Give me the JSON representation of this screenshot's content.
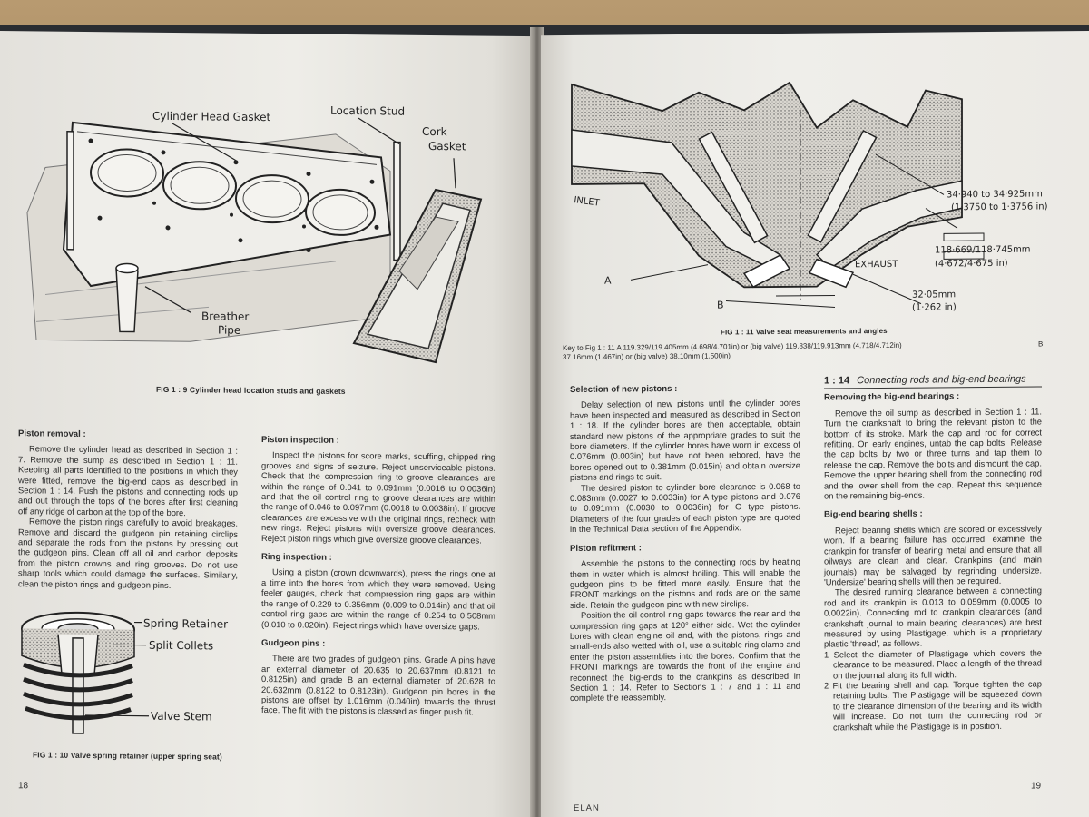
{
  "left_page": {
    "fig1_9": {
      "labels": {
        "head_gasket": "Cylinder Head Gasket",
        "location_stud": "Location Stud",
        "cork_gasket_1": "Cork",
        "cork_gasket_2": "Gasket",
        "breather_1": "Breather",
        "breather_2": "Pipe"
      },
      "caption": "FIG 1 : 9   Cylinder head location studs and gaskets"
    },
    "col1": {
      "heading": "Piston removal :",
      "paragraphs": [
        "Remove the cylinder head as described in Section 1 : 7. Remove the sump as described in Section 1 : 11. Keeping all parts identified to the positions in which they were fitted, remove the big-end caps as described in Section 1 : 14. Push the pistons and connecting rods up and out through the tops of the bores after first cleaning off any ridge of carbon at the top of the bore.",
        "Remove the piston rings carefully to avoid breakages. Remove and discard the gudgeon pin retaining circlips and separate the rods from the pistons by pressing out the gudgeon pins. Clean off all oil and carbon deposits from the piston crowns and ring grooves. Do not use sharp tools which could damage the surfaces. Similarly, clean the piston rings and gudgeon pins."
      ]
    },
    "fig1_10": {
      "labels": {
        "spring_retainer": "Spring Retainer",
        "split_collets": "Split Collets",
        "valve_stem": "Valve Stem"
      },
      "caption": "FIG 1 : 10   Valve spring retainer (upper spring seat)"
    },
    "col2": {
      "inspection_heading": "Piston inspection :",
      "inspection_text": "Inspect the pistons for score marks, scuffing, chipped ring grooves and signs of seizure. Reject unserviceable pistons. Check that the compression ring to groove clearances are within the range of 0.041 to 0.091mm (0.0016 to 0.0036in) and that the oil control ring to groove clearances are within the range of 0.046 to 0.097mm (0.0018 to 0.0038in). If groove clearances are excessive with the original rings, recheck with new rings. Reject pistons with oversize groove clearances. Reject piston rings which give oversize groove clearances.",
      "ring_heading": "Ring inspection :",
      "ring_text": "Using a piston (crown downwards), press the rings one at a time into the bores from which they were removed. Using feeler gauges, check that compression ring gaps are within the range of 0.229 to 0.356mm (0.009 to 0.014in) and that oil control ring gaps are within the range of 0.254 to 0.508mm (0.010 to 0.020in). Reject rings which have oversize gaps.",
      "gudgeon_heading": "Gudgeon pins :",
      "gudgeon_text": "There are two grades of gudgeon pins. Grade A pins have an external diameter of 20.635 to 20.637mm (0.8121 to 0.8125in) and grade B an external diameter of 20.628 to 20.632mm (0.8122 to 0.8123in). Gudgeon pin bores in the pistons are offset by 1.016mm (0.040in) towards the thrust face. The fit with the pistons is classed as finger push fit."
    },
    "page_number": "18"
  },
  "right_page": {
    "fig1_11": {
      "labels": {
        "inlet": "INLET",
        "exhaust": "EXHAUST",
        "a": "A",
        "b": "B",
        "m1_mm": "34·940 to 34·925mm",
        "m1_in": "(1·3750 to 1·3756 in)",
        "m2_mm": "118·669/118·745mm",
        "m2_in": "(4·672/4·675 in)",
        "m3_mm": "32·05mm",
        "m3_in": "(1·262 in)"
      },
      "caption": "FIG 1 : 11   Valve seat measurements and angles",
      "key_text": "Key to Fig 1 : 11          A  119.329/119.405mm (4.698/4.701in) or (big valve) 119.838/119.913mm (4.718/4.712in)",
      "key_b": "B",
      "key_line2": "37.16mm (1.467in) or (big valve) 38.10mm (1.500in)"
    },
    "col3": {
      "selection_heading": "Selection of new pistons :",
      "selection_p1": "Delay selection of new pistons until the cylinder bores have been inspected and measured as described in Section 1 : 18. If the cylinder bores are then acceptable, obtain standard new pistons of the appropriate grades to suit the bore diameters. If the cylinder bores have worn in excess of 0.076mm (0.003in) but have not been rebored, have the bores opened out to 0.381mm (0.015in) and obtain oversize pistons and rings to suit.",
      "selection_p2": "The desired piston to cylinder bore clearance is 0.068 to 0.083mm (0.0027 to 0.0033in) for A type pistons and 0.076 to 0.091mm (0.0030 to 0.0036in) for C type pistons. Diameters of the four grades of each piston type are quoted in the Technical Data section of the Appendix.",
      "refitment_heading": "Piston refitment :",
      "refitment_p1": "Assemble the pistons to the connecting rods by heating them in water which is almost boiling. This will enable the gudgeon pins to be fitted more easily. Ensure that the FRONT markings on the pistons and rods are on the same side. Retain the gudgeon pins with new circlips.",
      "refitment_p2": "Position the oil control ring gaps towards the rear and the compression ring gaps at 120° either side. Wet the cylinder bores with clean engine oil and, with the pistons, rings and small-ends also wetted with oil, use a suitable ring clamp and enter the piston assemblies into the bores. Confirm that the FRONT markings are towards the front of the engine and reconnect the big-ends to the crankpins as described in Section 1 : 14. Refer to Sections 1 : 7 and 1 : 11 and complete the reassembly."
    },
    "col4": {
      "section_number": "1 : 14",
      "section_title": "Connecting rods and big-end bearings",
      "removing_heading": "Removing the big-end bearings :",
      "removing_text": "Remove the oil sump as described in Section 1 : 11. Turn the crankshaft to bring the relevant piston to the bottom of its stroke. Mark the cap and rod for correct refitting. On early engines, untab the cap bolts. Release the cap bolts by two or three turns and tap them to release the cap. Remove the bolts and dismount the cap. Remove the upper bearing shell from the connecting rod and the lower shell from the cap. Repeat this sequence on the remaining big-ends.",
      "shells_heading": "Big-end bearing shells :",
      "shells_p1": "Reject bearing shells which are scored or excessively worn. If a bearing failure has occurred, examine the crankpin for transfer of bearing metal and ensure that all oilways are clean and clear. Crankpins (and main journals) may be salvaged by regrinding undersize. 'Undersize' bearing shells will then be required.",
      "shells_p2": "The desired running clearance between a connecting rod and its crankpin is 0.013 to 0.059mm (0.0005 to 0.0022in). Connecting rod to crankpin clearances (and crankshaft journal to main bearing clearances) are best measured by using Plastigage, which is a proprietary plastic 'thread', as follows.",
      "step1": "1 Select the diameter of Plastigage which covers the clearance to be measured. Place a length of the thread on the journal along its full width.",
      "step2": "2 Fit the bearing shell and cap. Torque tighten the cap retaining bolts. The Plastigage will be squeezed down to the clearance dimension of the bearing and its width will increase. Do not turn the connecting rod or crankshaft while the Plastigage is in position."
    },
    "page_number": "19",
    "footer": "ELAN"
  }
}
